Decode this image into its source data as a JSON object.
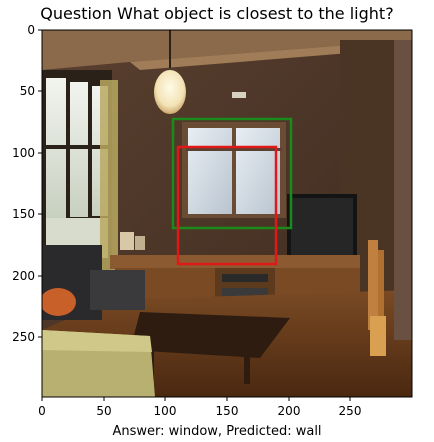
{
  "title": "Question What object is closest to the light?",
  "xlabel": "Answer: window, Predicted: wall",
  "x_ticks": [
    "0",
    "50",
    "100",
    "150",
    "200",
    "250"
  ],
  "y_ticks": [
    "0",
    "50",
    "100",
    "150",
    "200",
    "250"
  ],
  "boxes": {
    "answer": {
      "label": "window",
      "color": "#1a8a1a"
    },
    "predicted": {
      "label": "wall",
      "color": "#e01818"
    }
  }
}
